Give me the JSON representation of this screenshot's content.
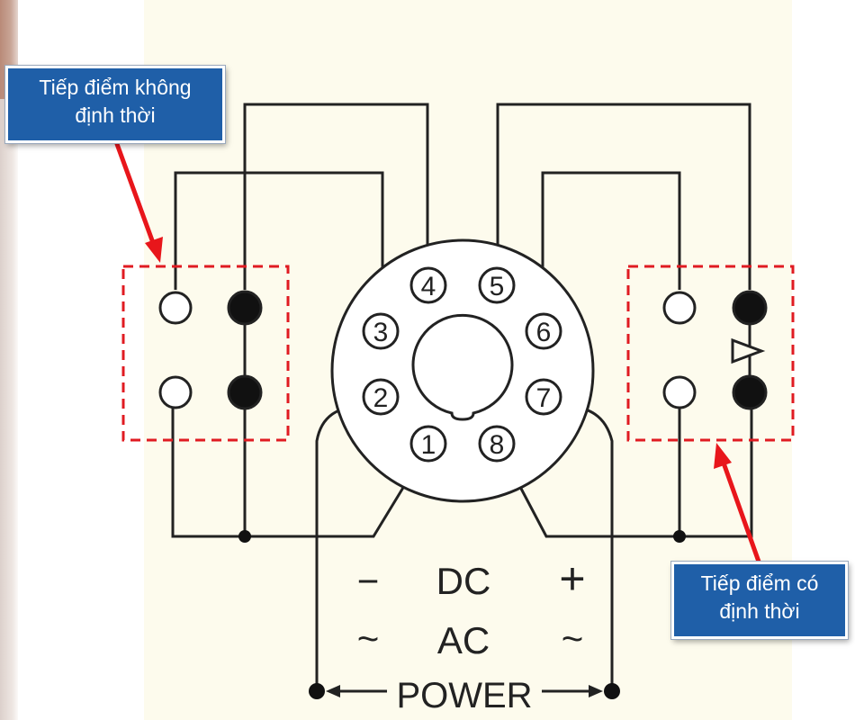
{
  "callouts": {
    "non_timed": {
      "line1": "Tiếp điểm không",
      "line2": "định thời"
    },
    "timed": {
      "line1": "Tiếp điểm có",
      "line2": "định thời"
    }
  },
  "socket": {
    "pins": [
      "1",
      "2",
      "3",
      "4",
      "5",
      "6",
      "7",
      "8"
    ]
  },
  "power": {
    "dc_label": "DC",
    "ac_label": "AC",
    "minus": "−",
    "plus": "+",
    "tilde": "~",
    "label": "POWER"
  },
  "colors": {
    "callout_bg": "#1f5fa8",
    "arrow": "#e8161b",
    "dash_box": "#e01b22",
    "line": "#222222",
    "panel_bg": "#fdfbed"
  }
}
